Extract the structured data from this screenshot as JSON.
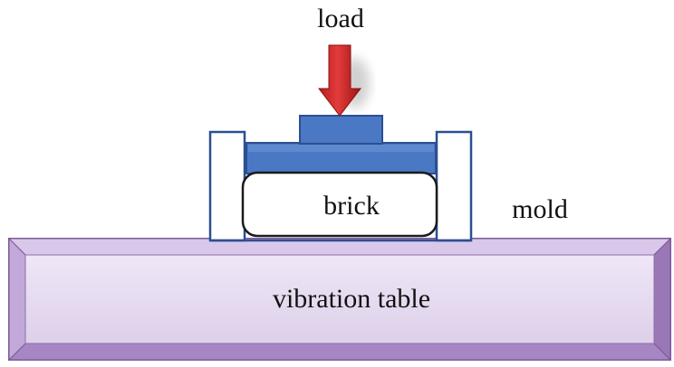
{
  "labels": {
    "load": "load",
    "brick": "brick",
    "mold": "mold",
    "vibration_table": "vibration table"
  },
  "colors": {
    "load_arrow": "#d42a2a",
    "load_arrow_dark": "#9e1414",
    "plate_fill": "#4a78c4",
    "plate_stroke": "#2c4f92",
    "mold_stroke": "#2c4f92",
    "brick_fill": "#ffffff",
    "brick_stroke": "#1b1b1b",
    "table_fill": "#e6dcf0",
    "table_bevel": "#b79ad0",
    "table_stroke": "#7a5a99"
  }
}
